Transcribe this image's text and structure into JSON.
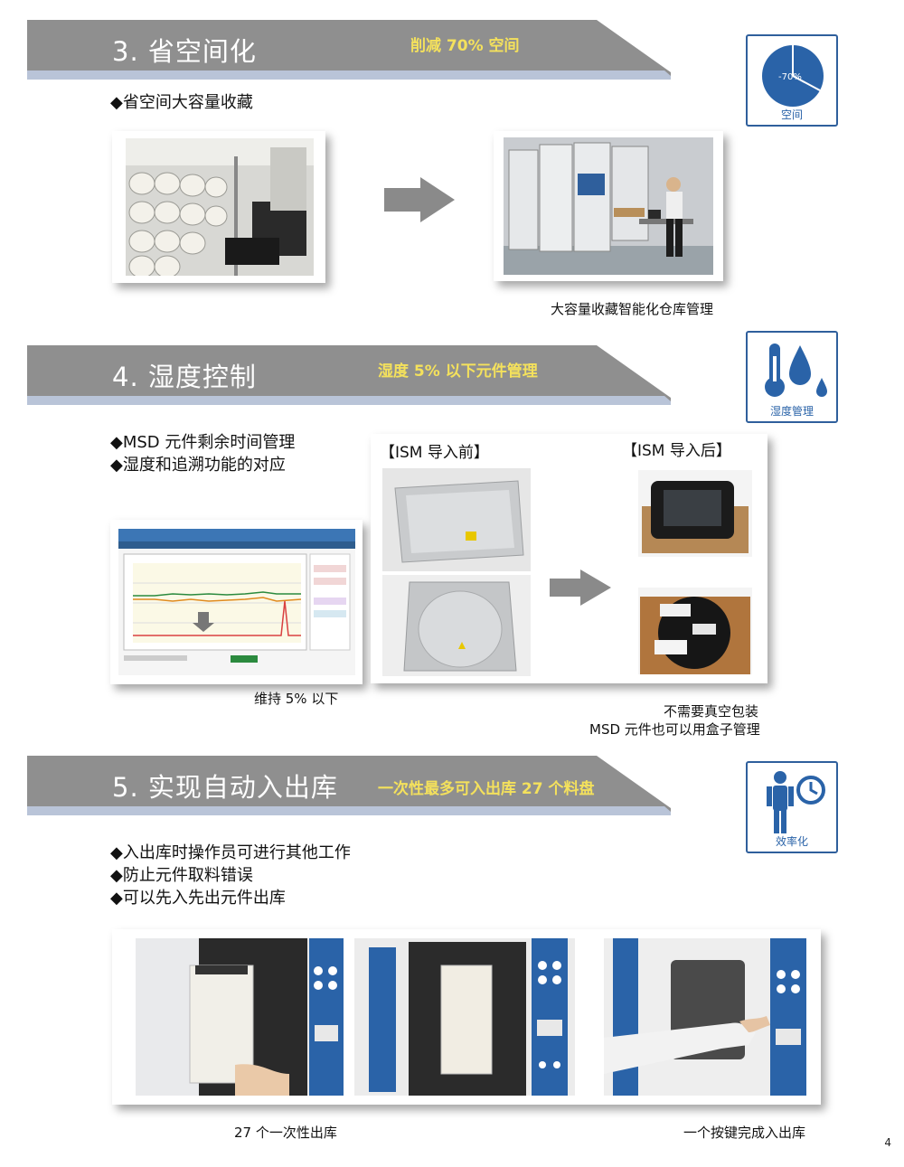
{
  "sections": [
    {
      "title": "3. 省空间化",
      "subtitle": "削减 70% 空间",
      "bullets": [
        "◆省空间大容量收藏"
      ],
      "captions": [
        "大容量收藏智能化仓库管理"
      ],
      "icon": {
        "name": "pie-chart-icon",
        "value_label": "-70%",
        "label": "空间"
      }
    },
    {
      "title": "4. 湿度控制",
      "subtitle": "湿度 5% 以下元件管理",
      "bullets": [
        "◆MSD 元件剩余时间管理",
        "◆湿度和追溯功能的对应"
      ],
      "before_label": "【ISM 导入前】",
      "after_label": "【ISM 导入后】",
      "captions": [
        "维持 5% 以下",
        "不需要真空包装",
        "MSD 元件也可以用盒子管理"
      ],
      "icon": {
        "name": "humidity-icon",
        "label": "湿度管理"
      }
    },
    {
      "title": "5. 实现自动入出库",
      "subtitle": "一次性最多可入出库 27 个料盘",
      "bullets": [
        "◆入出库时操作员可进行其他工作",
        "◆防止元件取料错误",
        "◆可以先入先出元件出库"
      ],
      "captions": [
        "27 个一次性出库",
        "一个按键完成入出库"
      ],
      "icon": {
        "name": "efficiency-icon",
        "label": "效率化"
      }
    }
  ],
  "colors": {
    "banner_gray": "#8f8f8f",
    "accent_blue": "#2a63a8",
    "subtitle_yellow": "#f4e15c"
  },
  "page_number": "4"
}
